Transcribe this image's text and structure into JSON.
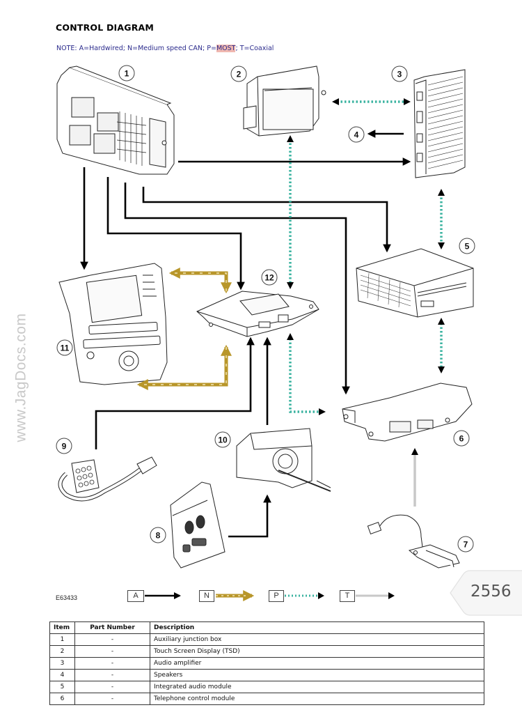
{
  "header": {
    "title": "CONTROL DIAGRAM",
    "note_prefix": "NOTE: A=Hardwired; N=Medium speed CAN; P=",
    "note_highlight": "MOST",
    "note_suffix": "; T=Coaxial"
  },
  "watermark": "www.JagDocs.com",
  "diagram": {
    "figure_id": "E63433",
    "callouts": [
      "1",
      "2",
      "3",
      "4",
      "5",
      "6",
      "7",
      "8",
      "9",
      "10",
      "11",
      "12"
    ],
    "colors": {
      "hardwired": "#000000",
      "can": "#b8962a",
      "most": "#3bb3a0",
      "coaxial": "#c8c8c8"
    }
  },
  "legend": [
    {
      "key": "A",
      "meaning": "Hardwired"
    },
    {
      "key": "N",
      "meaning": "Medium speed CAN"
    },
    {
      "key": "P",
      "meaning": "MOST"
    },
    {
      "key": "T",
      "meaning": "Coaxial"
    }
  ],
  "page_number": "2556",
  "table": {
    "headers": [
      "Item",
      "Part Number",
      "Description"
    ],
    "rows": [
      {
        "item": "1",
        "part": "-",
        "desc": "Auxiliary junction box"
      },
      {
        "item": "2",
        "part": "-",
        "desc": "Touch Screen Display (TSD)"
      },
      {
        "item": "3",
        "part": "-",
        "desc": "Audio amplifier"
      },
      {
        "item": "4",
        "part": "-",
        "desc": "Speakers"
      },
      {
        "item": "5",
        "part": "-",
        "desc": "Integrated audio module"
      },
      {
        "item": "6",
        "part": "-",
        "desc": "Telephone control module"
      }
    ]
  }
}
